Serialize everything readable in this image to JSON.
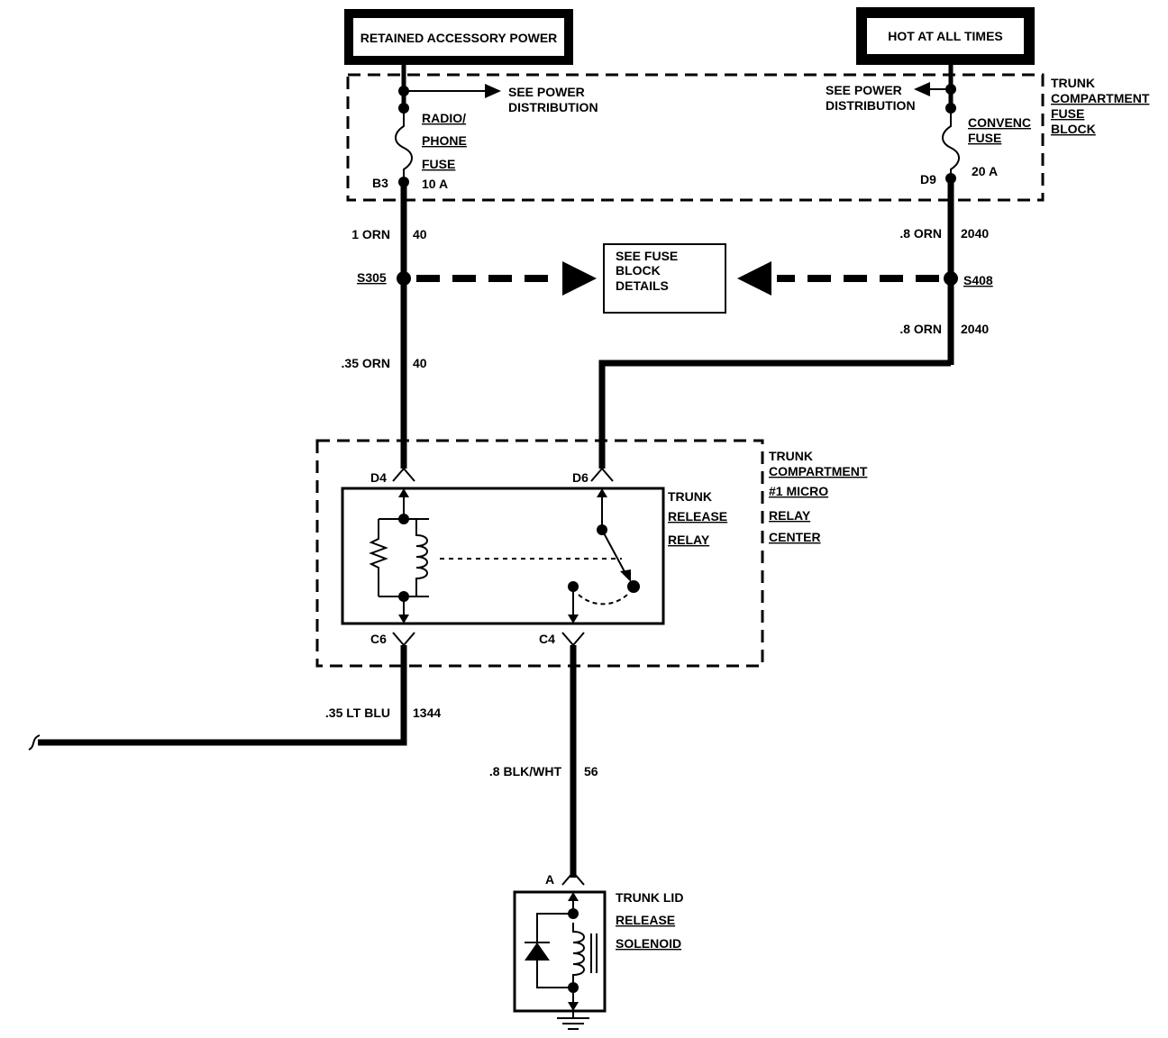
{
  "power_sources": {
    "left": "RETAINED ACCESSORY POWER",
    "right": "HOT AT ALL TIMES"
  },
  "fuse_block": {
    "name": [
      "TRUNK",
      "COMPARTMENT",
      "FUSE",
      "BLOCK"
    ],
    "see_power_left": [
      "SEE POWER",
      "DISTRIBUTION"
    ],
    "see_power_right": [
      "SEE POWER",
      "DISTRIBUTION"
    ],
    "fuse_left": {
      "name": [
        "RADIO/",
        "PHONE",
        "FUSE"
      ],
      "rating": "10 A",
      "terminal": "B3"
    },
    "fuse_right": {
      "name": [
        "CONVENC",
        "FUSE"
      ],
      "rating": "20 A",
      "terminal": "D9"
    }
  },
  "wires": {
    "left_upper": {
      "gauge": "1 ORN",
      "circuit": "40"
    },
    "right_upper": {
      "gauge": ".8 ORN",
      "circuit": "2040"
    },
    "right_lower": {
      "gauge": ".8 ORN",
      "circuit": "2040"
    },
    "left_lower": {
      "gauge": ".35 ORN",
      "circuit": "40"
    },
    "output_left": {
      "gauge": ".35 LT BLU",
      "circuit": "1344"
    },
    "output_solenoid": {
      "gauge": ".8 BLK/WHT",
      "circuit": "56"
    }
  },
  "splices": {
    "left": "S305",
    "right": "S408"
  },
  "fuse_details": [
    "SEE FUSE",
    "BLOCK",
    "DETAILS"
  ],
  "relay_center": {
    "name": [
      "TRUNK",
      "COMPARTMENT",
      "#1 MICRO",
      "RELAY",
      "CENTER"
    ],
    "relay": [
      "TRUNK",
      "RELEASE",
      "RELAY"
    ],
    "pins": {
      "d4": "D4",
      "d6": "D6",
      "c6": "C6",
      "c4": "C4"
    }
  },
  "solenoid": {
    "name": [
      "TRUNK LID",
      "RELEASE",
      "SOLENOID"
    ],
    "pin": "A"
  }
}
